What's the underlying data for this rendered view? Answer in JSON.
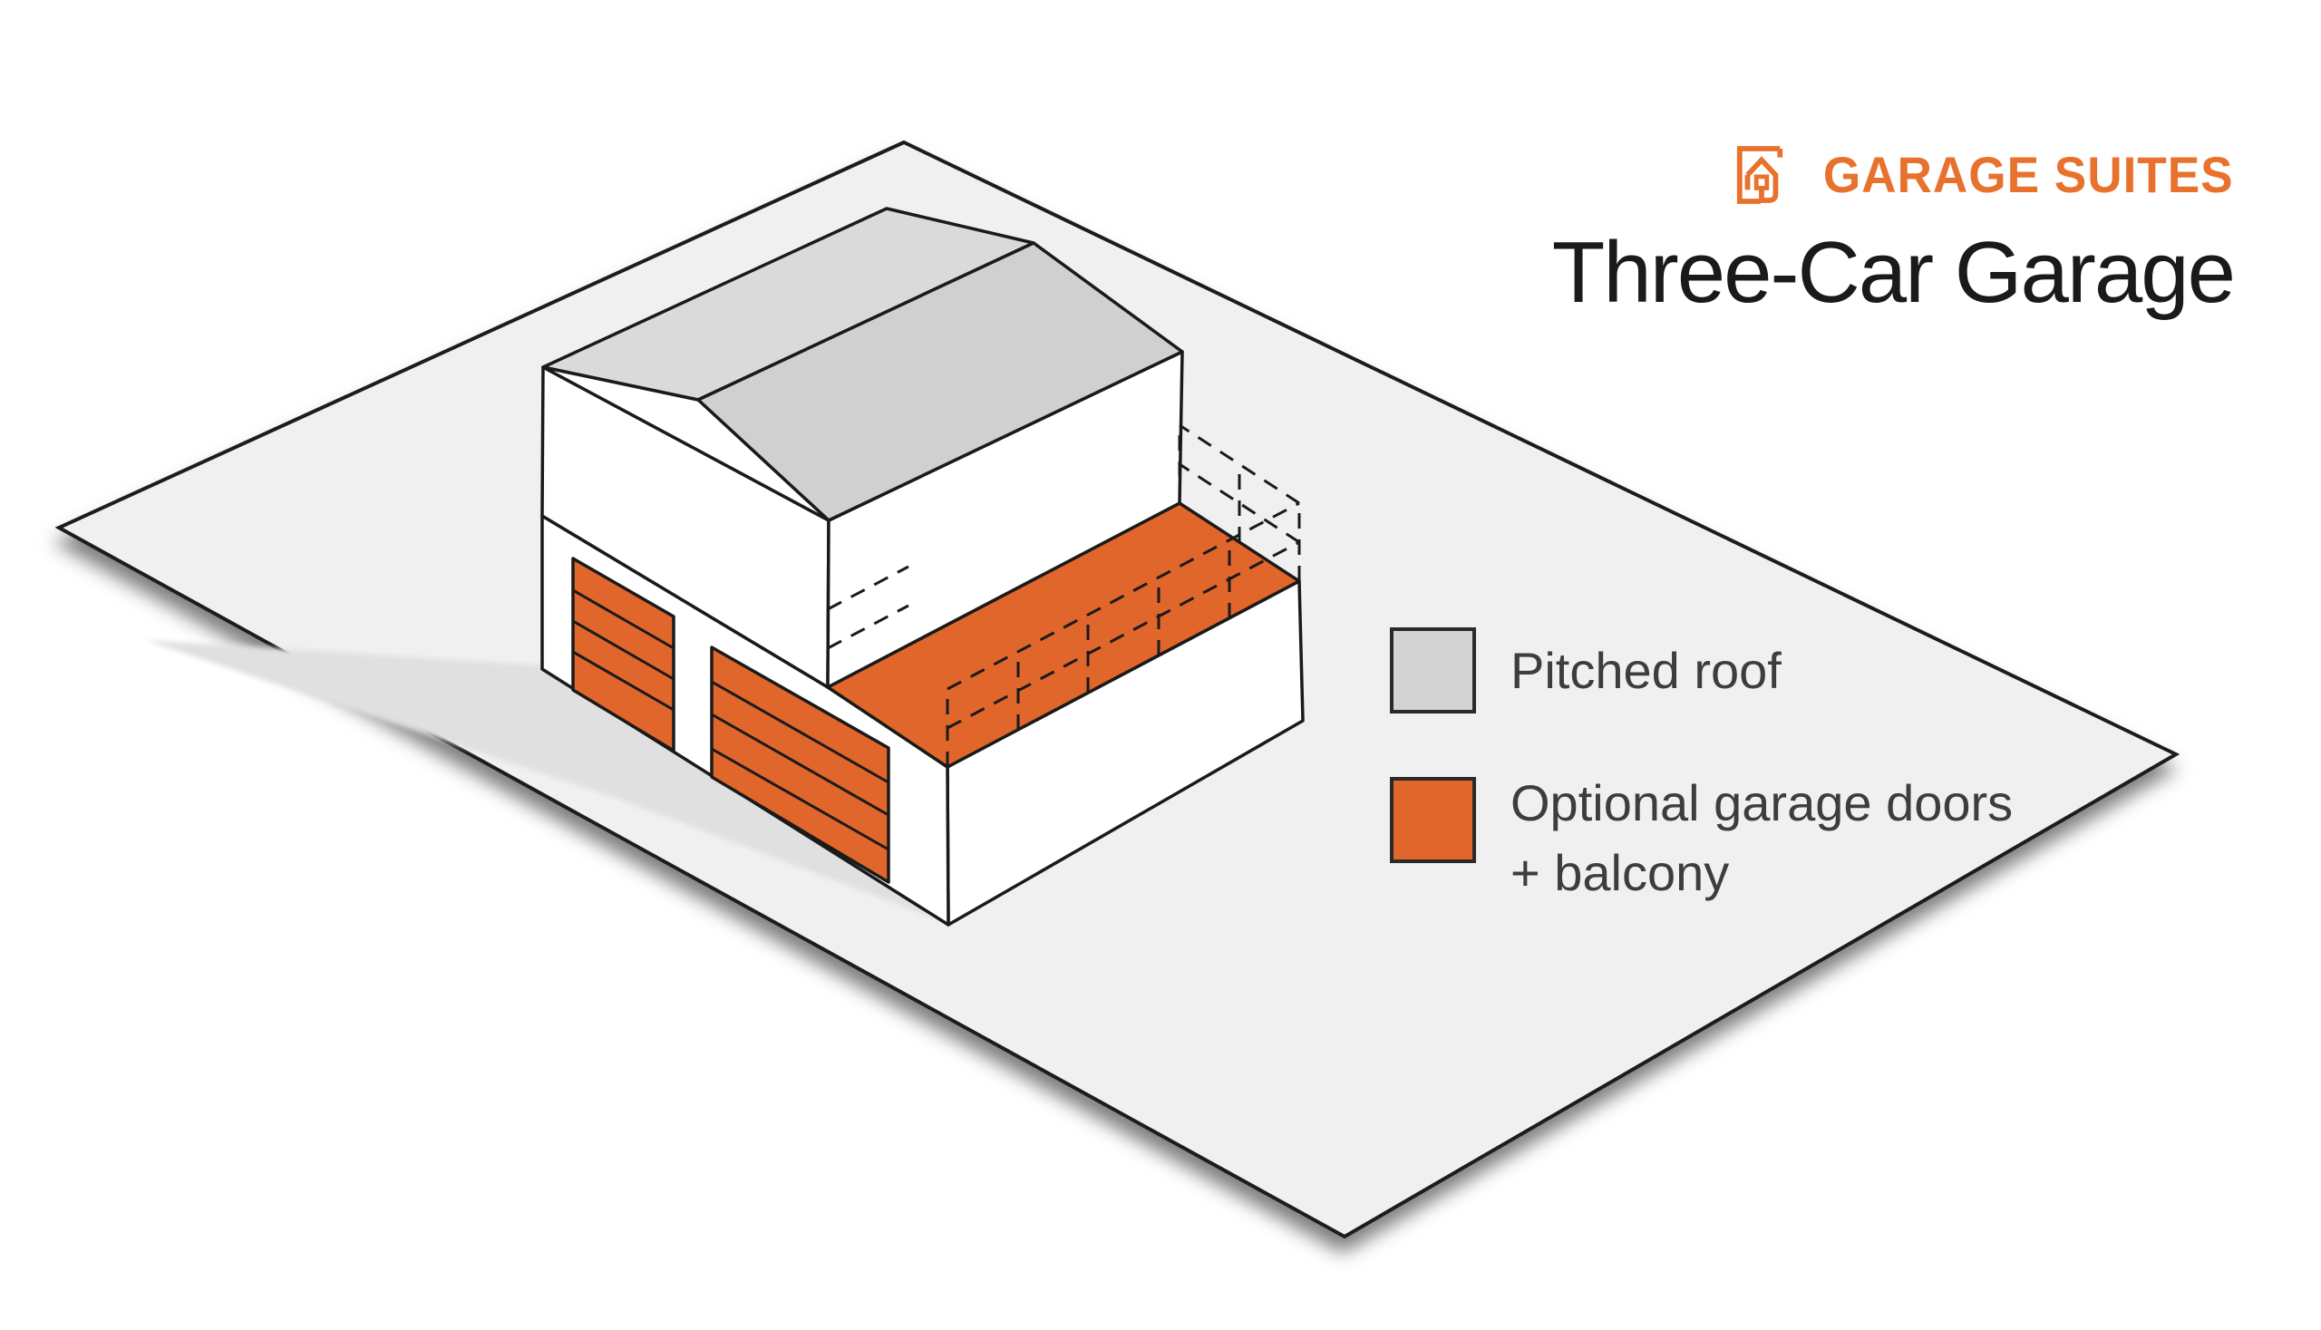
{
  "header": {
    "brand": "GARAGE SUITES",
    "title": "Three-Car Garage"
  },
  "legend": {
    "items": [
      {
        "label": "Pitched roof",
        "label2": "",
        "color": "#D2D2D2"
      },
      {
        "label": "Optional garage doors",
        "label2": "+ balcony",
        "color": "#E0662B"
      }
    ]
  },
  "figure": {
    "subject": "isometric three-car garage with pitched roof, two orange garage doors and orange rooftop balcony shown with dashed optional railing",
    "colors": {
      "accent_orange": "#E0662B",
      "logo_orange": "#E8722D",
      "roof_left": "#DADADA",
      "roof_right": "#D0D0D0",
      "wall_white": "#FFFFFF",
      "ground": "#F0F0F1",
      "cast_shadow": "#E0E0E1",
      "line": "#1A1A1A",
      "legend_gray": "#D2D2D2",
      "text_dark": "#1A1A1A",
      "text_gray": "#3D3D3D"
    }
  }
}
